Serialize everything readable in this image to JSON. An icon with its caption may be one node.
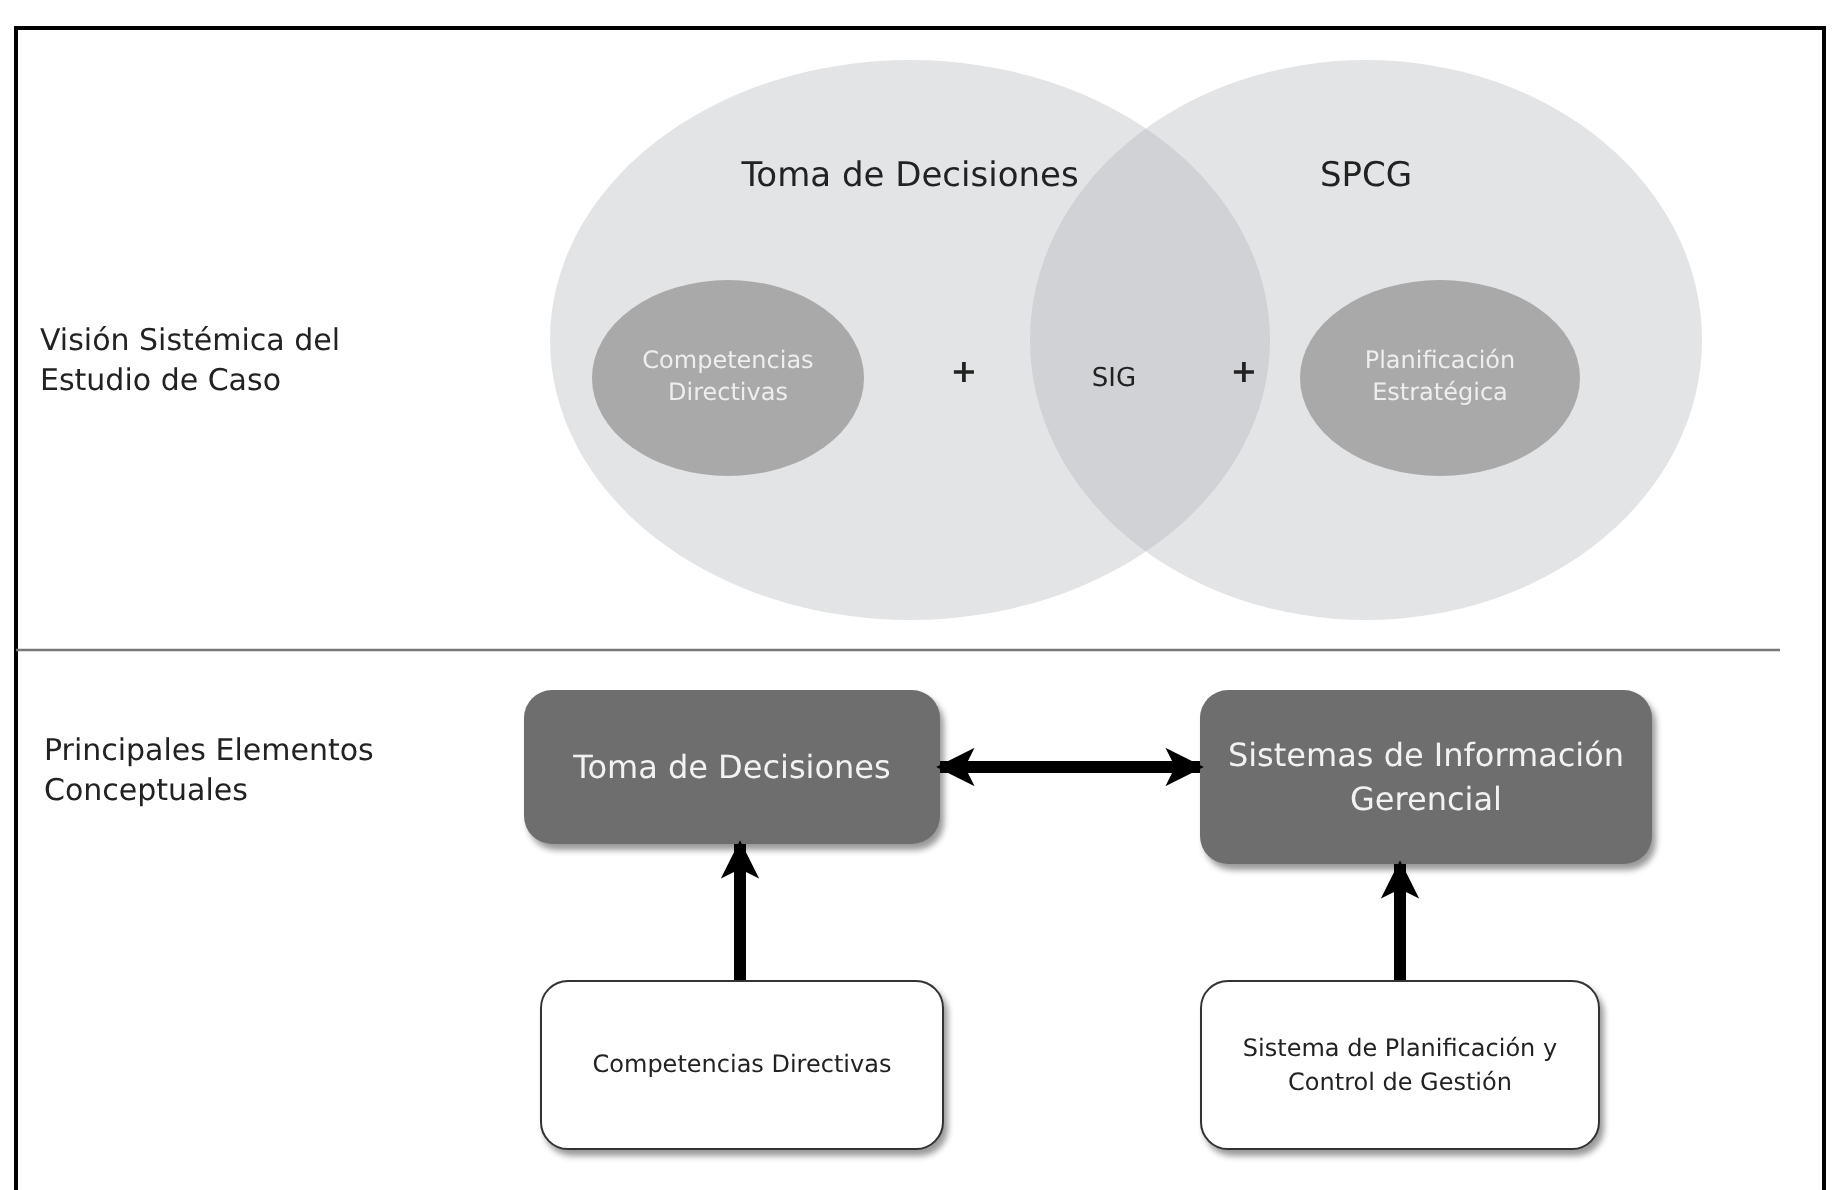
{
  "diagram": {
    "nodes": [
      {
        "text": [
          "Toma de Decisiones"
        ]
      },
      {
        "text": [
          "SPCG"
        ]
      },
      {
        "text": [
          "Competencias Directivas"
        ],
        "in": 0
      },
      {
        "text": [
          "SIG"
        ]
      },
      {
        "text": [
          "Planificación Estratégica"
        ],
        "in": 1
      },
      {
        "text": [
          "Toma de Decisiones"
        ]
      },
      {
        "text": [
          "Sistemas de Información Gerencial"
        ]
      },
      {
        "text": [
          "Competencias Directivas"
        ]
      },
      {
        "text": [
          "Sistema de Planificación y Control de Gestión"
        ]
      }
    ],
    "edges": [
      {
        "from": 5,
        "to": 6,
        "arrow": "both"
      },
      {
        "from": 7,
        "to": 5,
        "arrow": "to"
      },
      {
        "from": 8,
        "to": 6,
        "arrow": "to"
      }
    ],
    "labels": [
      "Visión Sistémica del Estudio de Caso",
      "+",
      "+",
      "Principales Elementos Conceptuales"
    ]
  }
}
